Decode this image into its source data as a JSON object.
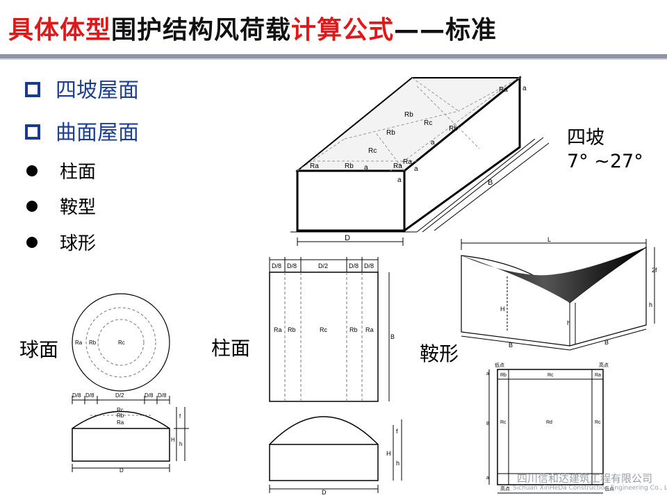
{
  "title": {
    "part1": "具体体型",
    "part2": "围护结构风荷载",
    "part3": "计算公式",
    "part4": "——标准"
  },
  "bullets": [
    {
      "label": "四坡屋面"
    },
    {
      "label": "曲面屋面"
    }
  ],
  "subitems": [
    {
      "label": "柱面"
    },
    {
      "label": "鞍型"
    },
    {
      "label": "球形"
    }
  ],
  "slope": {
    "name": "四坡",
    "range": "7°  ~27°"
  },
  "figure_labels": {
    "sphere": "球面",
    "cylinder": "柱面",
    "saddle": "鞍形"
  },
  "hip_roof": {
    "Ra": "Ra",
    "Rb": "Rb",
    "Rc": "Rc",
    "a": "a",
    "B": "B",
    "D": "D"
  },
  "sphere": {
    "Ra": "Ra",
    "Rb": "Rb",
    "Rc": "Rc",
    "D8": "D/8",
    "D2": "D/2",
    "f": "f",
    "H": "H",
    "h": "h",
    "D": "D"
  },
  "cylinder": {
    "D8": "D/8",
    "D2": "D/2",
    "Ra": "Ra",
    "Rb": "Rb",
    "Rc": "Rc",
    "B": "B",
    "f": "f",
    "H": "H",
    "h": "h",
    "D": "D"
  },
  "saddle": {
    "L": "L",
    "2f": "2f",
    "H": "H",
    "h": "h",
    "B": "B",
    "low": "低点",
    "high": "高点",
    "Ra": "Ra",
    "Rb": "Rb",
    "Rc": "Rc",
    "Rd": "Rd",
    "a": "a"
  },
  "watermark": {
    "cn": "四川信和达建筑工程有限公司",
    "en": "Sichuan XinHeDa Construction Engineering Co., Ltd"
  }
}
